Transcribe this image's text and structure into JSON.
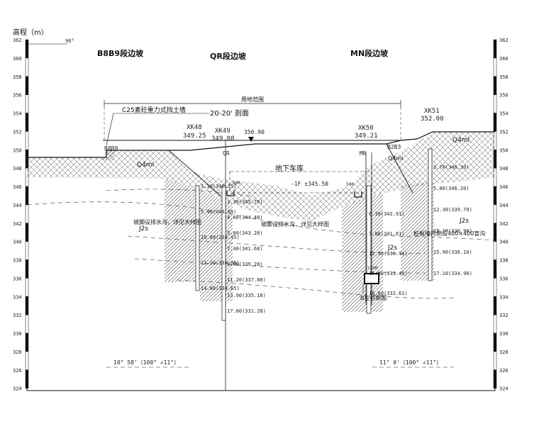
{
  "axis": {
    "unit_label": "高程（m）",
    "angle_note": "96°",
    "elevations": [
      362,
      360,
      358,
      356,
      354,
      352,
      350,
      348,
      346,
      344,
      342,
      340,
      338,
      336,
      334,
      332,
      330,
      328,
      326,
      324
    ]
  },
  "section_titles": {
    "left": "B8B9段边坡",
    "middle": "QR段边坡",
    "right": "MN段边坡"
  },
  "boundary_label": "用地范围",
  "retaining_wall_label": "C25素砼重力式挡土墙",
  "section_name": "20-20' 剖面",
  "boreholes": [
    {
      "id": "XK48",
      "elev": "349.25"
    },
    {
      "id": "XK49",
      "elev": "349.08"
    },
    {
      "id": "XK50",
      "elev": "349.21"
    },
    {
      "id": "XK51",
      "elev": "352.00"
    }
  ],
  "design_elev": "350.90",
  "point_labels": {
    "b8b9": "B8B9",
    "qr": "QR",
    "mn": "MN",
    "b2b3": "B2B3"
  },
  "garage": {
    "label": "地下车库",
    "floor": "-1F ±345.50"
  },
  "dims": {
    "d800": "800",
    "d500": "500",
    "d1500": "1500"
  },
  "geology": {
    "q4_left": "Q4ml",
    "q4_mid": "Q4ml",
    "q4_right": "Q4ml",
    "j2s_left": "J2s",
    "j2s_mid": "J2s",
    "j2s_right": "J2s"
  },
  "notes": {
    "drain_left": "坡脚设排水沟，详见大样图",
    "drain_mid": "坡脚设排水沟，详见大样图",
    "ditch_right": "桩板墙内侧设400×400盲沟",
    "pile_section": "B型桩断面",
    "dip_left": "10° 58'（100° ∠11°）",
    "dip_right": "11° 0'（100° ∠11°）"
  },
  "layer_labels": {
    "xk48": [
      "3.10(346.15)",
      "5.40(343.85)",
      "10.80(338.45)",
      "11.20(338.05)",
      "14.60(334.65)"
    ],
    "xk49": [
      "3.30(345.78)",
      "4.60(344.48)",
      "5.80(343.28)",
      "7.40(341.68)",
      "9.80(339.28)",
      "11.20(337.88)",
      "13.90(335.18)",
      "17.80(331.28)"
    ],
    "xk50": [
      "6.30(342.91)",
      "7.60(341.61)",
      "12.30(336.91)",
      "15.80(333.41)",
      "16.60(332.61)"
    ],
    "xk51": [
      "3.70(348.30)",
      "5.80(346.20)",
      "12.30(339.70)",
      "15.10(336.90)",
      "15.90(336.10)",
      "17.10(334.90)"
    ]
  }
}
